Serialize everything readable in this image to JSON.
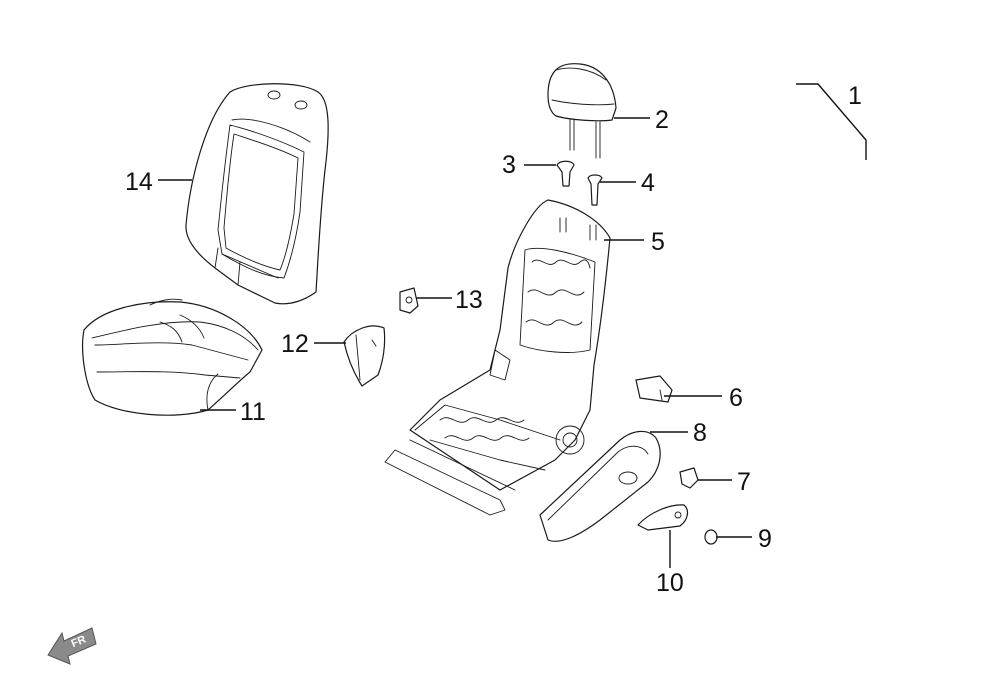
{
  "diagram": {
    "callouts": [
      {
        "id": "1",
        "label": "1"
      },
      {
        "id": "2",
        "label": "2"
      },
      {
        "id": "3",
        "label": "3"
      },
      {
        "id": "4",
        "label": "4"
      },
      {
        "id": "5",
        "label": "5"
      },
      {
        "id": "6",
        "label": "6"
      },
      {
        "id": "7",
        "label": "7"
      },
      {
        "id": "8",
        "label": "8"
      },
      {
        "id": "9",
        "label": "9"
      },
      {
        "id": "10",
        "label": "10"
      },
      {
        "id": "11",
        "label": "11"
      },
      {
        "id": "12",
        "label": "12"
      },
      {
        "id": "13",
        "label": "13"
      },
      {
        "id": "14",
        "label": "14"
      }
    ],
    "front_arrow": {
      "label": "FR",
      "icon": "front-direction-arrow-icon"
    }
  },
  "colors": {
    "line": "#1a1a1a",
    "arrow_fill": "#8a8a8a",
    "background": "#ffffff"
  }
}
